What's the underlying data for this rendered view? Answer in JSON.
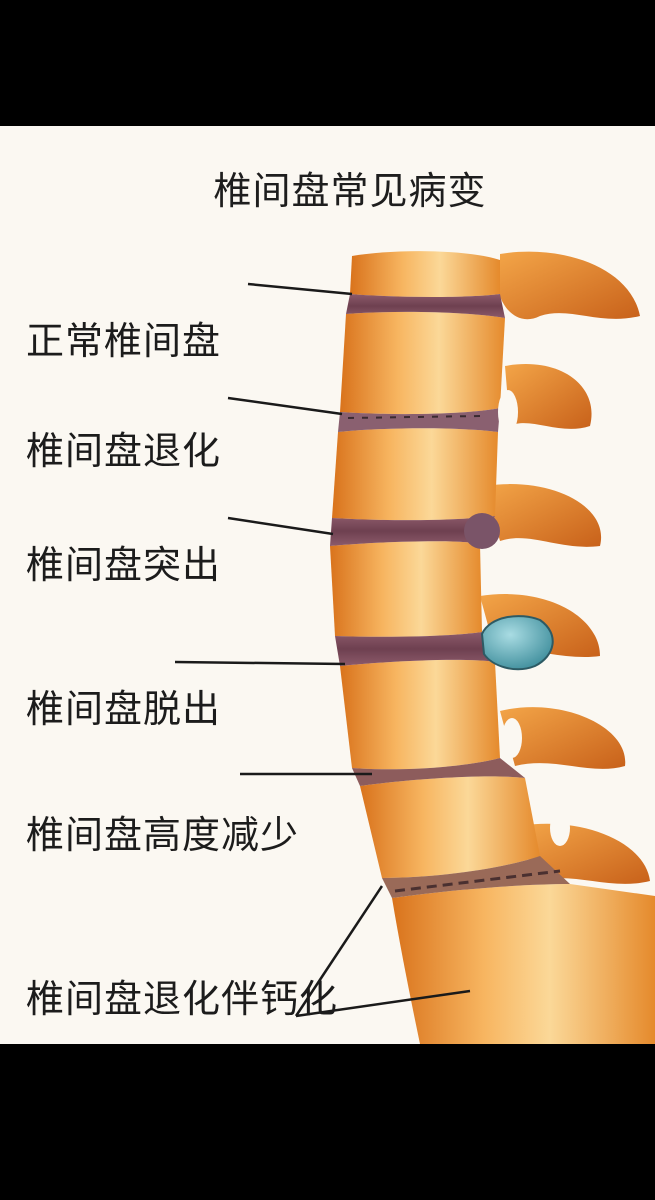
{
  "figure": {
    "title": "椎间盘常见病变",
    "labels": [
      "正常椎间盘",
      "椎间盘退化",
      "椎间盘突出",
      "椎间盘脱出",
      "椎间盘高度减少",
      "椎间盘退化伴钙化"
    ],
    "colors": {
      "bone": "#e88a2a",
      "bone_highlight": "#fbe0a8",
      "disc": "#7a4a5a",
      "herniation": "#5fa8b5",
      "background": "#fbf8f2"
    }
  }
}
